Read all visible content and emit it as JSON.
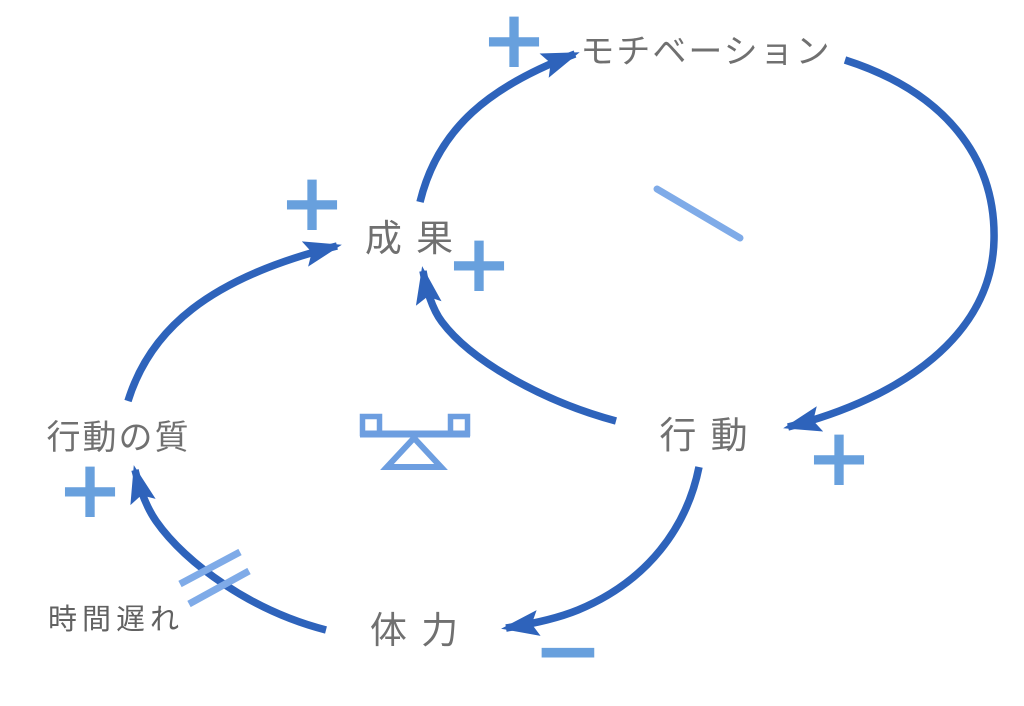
{
  "diagram_type": "causal-loop-diagram",
  "nodes": [
    {
      "id": "motivation",
      "label": "モチベーション"
    },
    {
      "id": "seika",
      "label": "成 果"
    },
    {
      "id": "koudou",
      "label": "行 動"
    },
    {
      "id": "koudou_no_shitsu",
      "label": "行動の質"
    },
    {
      "id": "tairyoku",
      "label": "体 力"
    }
  ],
  "signs": {
    "motivation_plus": "+",
    "seika_plus_left": "+",
    "seika_plus_right": "+",
    "koudou_plus": "+",
    "shitsu_plus": "+",
    "tairyoku_minus": "−"
  },
  "annotations": {
    "delay_label": "時間遅れ"
  },
  "edges": [
    {
      "from": "成果",
      "to": "モチベーション",
      "sign": "+"
    },
    {
      "from": "モチベーション",
      "to": "行動",
      "sign": "+"
    },
    {
      "from": "行動",
      "to": "成果",
      "sign": "+"
    },
    {
      "from": "行動",
      "to": "体力",
      "sign": "−"
    },
    {
      "from": "体力",
      "to": "行動の質",
      "sign": "+",
      "delay": true
    },
    {
      "from": "行動の質",
      "to": "成果",
      "sign": "+"
    }
  ],
  "icons": {
    "center": "balance-scale-icon",
    "delay": "double-slash-delay-marks",
    "misc": "diagonal-line-segment"
  },
  "colors": {
    "arrow_blue": "#2e63bb",
    "sign_blue": "#68a0dd",
    "light_blue": "#7fabe8",
    "balance_blue": "#6d9ee0",
    "node_text": "#707070",
    "delay_text": "#616161",
    "background": "#ffffff"
  }
}
